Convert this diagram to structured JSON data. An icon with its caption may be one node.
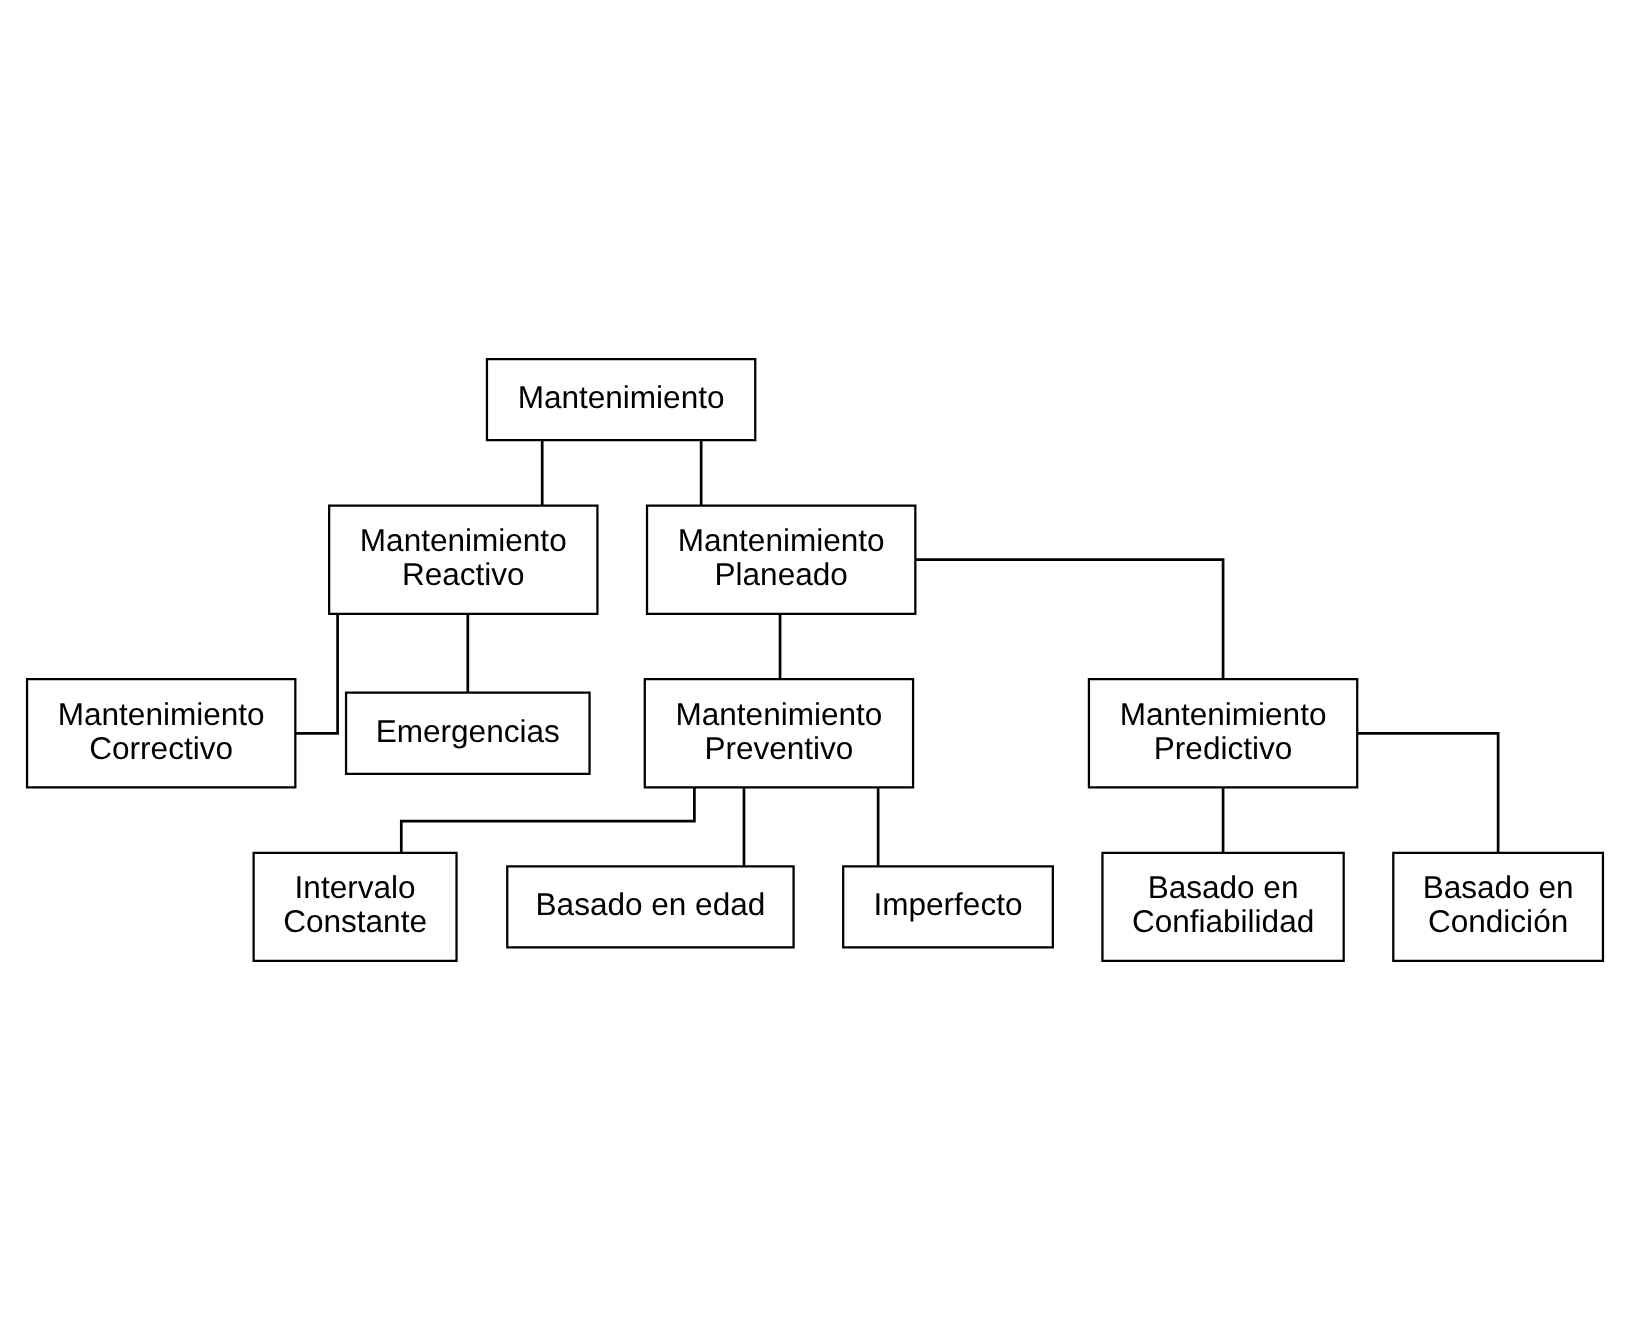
{
  "diagram": {
    "nodes": [
      {
        "text": [
          "Mantenimiento"
        ]
      },
      {
        "text": [
          "Mantenimiento Reactivo"
        ]
      },
      {
        "text": [
          "Mantenimiento Planeado"
        ]
      },
      {
        "text": [
          "Mantenimiento Correctivo"
        ]
      },
      {
        "text": [
          "Emergencias"
        ]
      },
      {
        "text": [
          "Mantenimiento Preventivo"
        ]
      },
      {
        "text": [
          "Mantenimiento Predictivo"
        ]
      },
      {
        "text": [
          "Intervalo Constante"
        ]
      },
      {
        "text": [
          "Basado en edad"
        ]
      },
      {
        "text": [
          "Imperfecto"
        ]
      },
      {
        "text": [
          "Basado en Confiabilidad"
        ]
      },
      {
        "text": [
          "Basado en Condición"
        ]
      }
    ],
    "edges": [
      {
        "from": 0,
        "to": 1,
        "arrow": "none"
      },
      {
        "from": 0,
        "to": 2,
        "arrow": "none"
      },
      {
        "from": 1,
        "to": 3,
        "arrow": "none"
      },
      {
        "from": 1,
        "to": 4,
        "arrow": "none"
      },
      {
        "from": 2,
        "to": 5,
        "arrow": "none"
      },
      {
        "from": 2,
        "to": 6,
        "arrow": "none"
      },
      {
        "from": 5,
        "to": 7,
        "arrow": "none"
      },
      {
        "from": 5,
        "to": 8,
        "arrow": "none"
      },
      {
        "from": 5,
        "to": 9,
        "arrow": "none"
      },
      {
        "from": 6,
        "to": 10,
        "arrow": "none"
      },
      {
        "from": 6,
        "to": 11,
        "arrow": "none"
      }
    ]
  }
}
